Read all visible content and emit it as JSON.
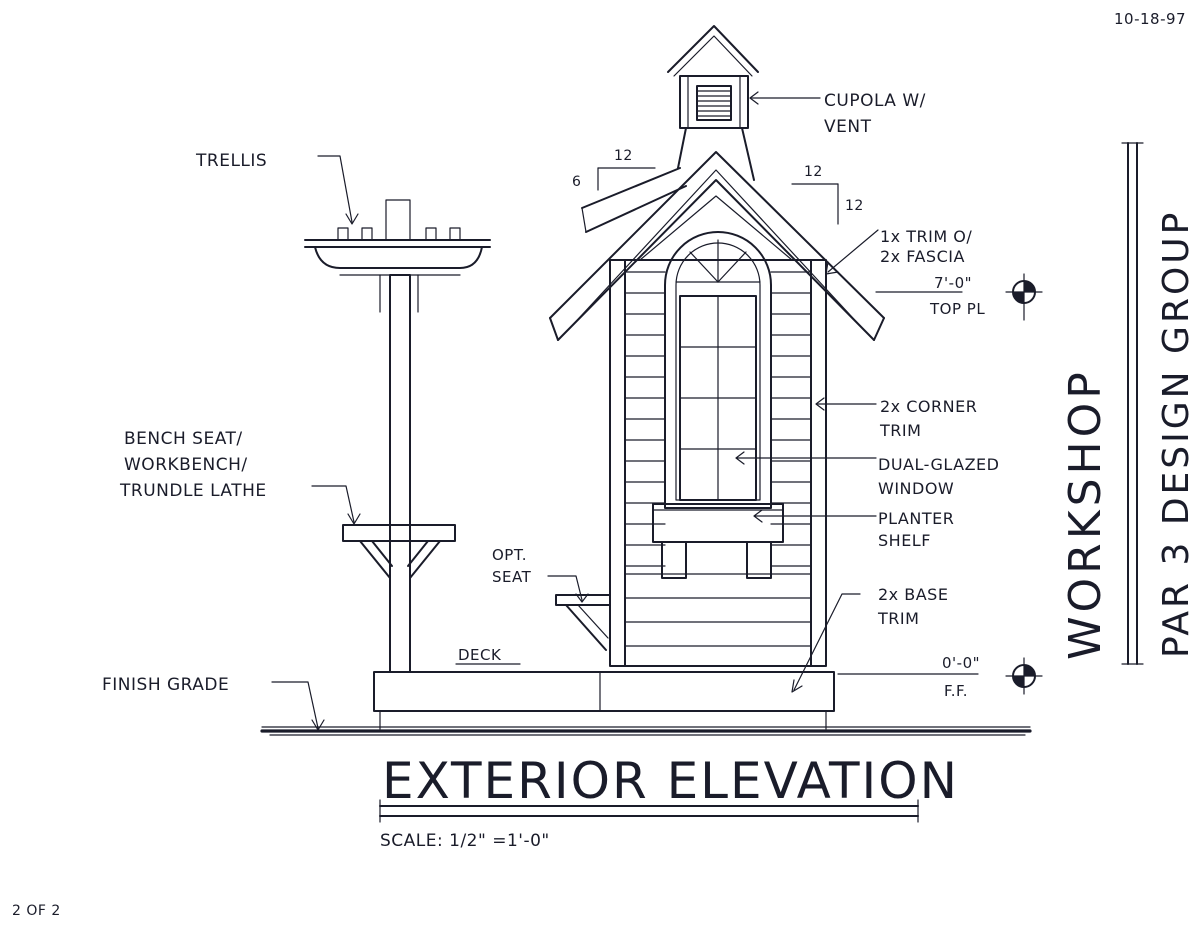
{
  "sheet": {
    "date": "10-18-97",
    "page": "2 OF 2",
    "title": "EXTERIOR ELEVATION",
    "scale": "SCALE: 1/2\" =1'-0\"",
    "project": "WORKSHOP",
    "firm": "PAR 3 DESIGN GROUP"
  },
  "labels": {
    "cupola_1": "CUPOLA W/",
    "cupola_2": "VENT",
    "trellis": "TRELLIS",
    "trim_1": "1x TRIM O/",
    "trim_2": "2x FASCIA",
    "top_pl_elev": "7'-0\"",
    "top_pl": "TOP PL",
    "corner_1": "2x CORNER",
    "corner_2": "TRIM",
    "window_1": "DUAL-GLAZED",
    "window_2": "WINDOW",
    "planter_1": "PLANTER",
    "planter_2": "SHELF",
    "base_1": "2x BASE",
    "base_2": "TRIM",
    "bench_1": "BENCH SEAT/",
    "bench_2": "WORKBENCH/",
    "bench_3": "TRUNDLE LATHE",
    "opt_1": "OPT.",
    "opt_2": "SEAT",
    "deck": "DECK",
    "finish_grade": "FINISH GRADE",
    "ff_elev": "0'-0\"",
    "ff": "F.F.",
    "pitch_rise_left": "6",
    "pitch_run_left": "12",
    "pitch_run_right": "12",
    "pitch_rise_right": "12"
  }
}
